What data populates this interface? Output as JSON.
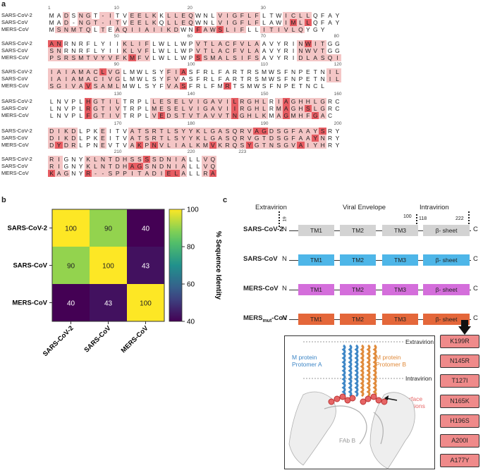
{
  "panels": {
    "a": "a",
    "b": "b",
    "c": "c"
  },
  "alignment": {
    "row_labels": [
      "SARS-CoV-2",
      "SARS-CoV",
      "MERS-CoV"
    ],
    "blocks": [
      {
        "positions": [
          {
            "label": "1",
            "col": 0
          },
          {
            "label": "10",
            "col": 9
          },
          {
            "label": "20",
            "col": 19
          },
          {
            "label": "30",
            "col": 29
          }
        ],
        "rows": [
          "MADSNGT-ITVEELKKLLEQWNLVIGFLFLTWICLLQFAY",
          "MAD-NGT-ITVEELKQLLEQWNLVIGFLFLAWIMLLQFAY",
          "MSNMTQLTEAQIIAIIKDWNFAWSLIFLLITIVLQYGY"
        ],
        "colors": [
          "0010110110011110111100011111100011110000",
          "0010111111011110111100011111100012120000",
          "0111110101111111110021121110011111100000"
        ]
      },
      {
        "positions": [
          {
            "label": "50",
            "col": 9
          },
          {
            "label": "60",
            "col": 19
          },
          {
            "label": "70",
            "col": 29
          },
          {
            "label": "80",
            "col": 39
          }
        ],
        "rows": [
          "ANRNRFLYIIKLIFLWLLWPVTLACFVLAAVYRINWITGG",
          "SNRNRFLYIIKLVFLWLLWPVTLACFVLAAVYRINWVTGG",
          "PSRSMTVYVFKMFVLWLLWPSSMALSIFSAVYRIDLASQI"
        ],
        "colors": [
          "2200000000111100000011111111100000121100",
          "1100000000111100000011111111100000111100",
          "1111111111121100000021111111100000111111"
        ]
      },
      {
        "positions": [
          {
            "label": "90",
            "col": 9
          },
          {
            "label": "100",
            "col": 19
          },
          {
            "label": "110",
            "col": 29
          },
          {
            "label": "120",
            "col": 39
          }
        ],
        "rows": [
          "IAIAMACLVGLMWLSYFIASFRLFARTRSMWSFNPETNIL",
          "IAIAMACIVGLMWLSYFVASFRLFARTRSMWSFNPETNIL",
          "SGIVAVSAMLMWLSYFVASFRLFMRTSMWSFNPETNCL"
        ],
        "colors": [
          "1111111211000000112000000000000000000011",
          "1111111111000000110000000000000000000011",
          "1111121111000000112000002000000000000021"
        ]
      },
      {
        "positions": [
          {
            "label": "130",
            "col": 9
          },
          {
            "label": "140",
            "col": 19
          },
          {
            "label": "150",
            "col": 29
          },
          {
            "label": "160",
            "col": 39
          }
        ],
        "rows": [
          "LNVPLHGTILTRPLLESELVIGAVILRGHLRIAGHHLGRC",
          "LNVPLRGTIVTRPLMESELVIGAVIIRGHLRMAGHSLGRC",
          "LNVPLFGTIVTRPLVEDSTVTAVVTNGHLKMAGMHFGAC"
        ],
        "colors": [
          "0000021111000011111111111211110121111100",
          "0000021111000011111111111211110121121100",
          "0000021111000012111111111211110121112100"
        ]
      },
      {
        "positions": [
          {
            "label": "170",
            "col": 9
          },
          {
            "label": "180",
            "col": 19
          },
          {
            "label": "190",
            "col": 29
          },
          {
            "label": "200",
            "col": 39
          }
        ],
        "rows": [
          "DIKDLPKEITVATSRTLSYYKLGASQRVAGDSGFAAYSRY",
          "DIKDLPKEITVATSRTLSYYKLGASQRVGTDSGFAAYNRY",
          "DYDRLPNEVTVAKPNVLIALKMVKRQSYGTNSGVAIYHRY"
        ],
        "colors": [
          "1111000100011111111111111111221111111200",
          "1111000100011111111111111111111111112100",
          "1211000100012121111111211112111111211100"
        ]
      },
      {
        "positions": [
          {
            "label": "210",
            "col": 9
          },
          {
            "label": "220",
            "col": 19
          },
          {
            "label": "223",
            "col": 26
          }
        ],
        "rows": [
          "RIGNYKLNTDHSSSSDNIALLVQ",
          "RIGNYKLNTDHAGSNDNIALLVQ",
          "KAGNYR--SPPITADIELALLRA"
        ],
        "colors": [
          "11000111111112111110011",
          "11000111111221111110011",
          "21100211111111112210012"
        ]
      }
    ]
  },
  "chart_data": {
    "type": "heatmap",
    "title": "",
    "x_categories": [
      "SARS-CoV-2",
      "SARS-CoV",
      "MERS-CoV"
    ],
    "y_categories": [
      "SARS-CoV-2",
      "SARS-CoV",
      "MERS-CoV"
    ],
    "values": [
      [
        100,
        90,
        40
      ],
      [
        90,
        100,
        43
      ],
      [
        40,
        43,
        100
      ]
    ],
    "colorbar": {
      "label": "% Sequence  Identity",
      "ticks": [
        40,
        60,
        80,
        100
      ],
      "range": [
        40,
        100
      ],
      "colormap": "viridis"
    }
  },
  "topology": {
    "regions": [
      "Extravirion",
      "Viral Envelope",
      "Intravirion"
    ],
    "markers": [
      "19",
      "100",
      "118",
      "222"
    ],
    "constructs": [
      {
        "name": "SARS-CoV-2",
        "sub": "",
        "suffix": "",
        "color": "#d3d3d3"
      },
      {
        "name": "SARS-CoV",
        "sub": "",
        "suffix": "",
        "color": "#4eb6e8"
      },
      {
        "name": "MERS-CoV",
        "sub": "",
        "suffix": "",
        "color": "#d46edb"
      },
      {
        "name": "MERS",
        "sub": "mut",
        "suffix": "-CoV",
        "color": "#e4673a"
      }
    ],
    "domains": [
      "TM1",
      "TM2",
      "TM3",
      "β- sheet"
    ],
    "n_term": "N",
    "c_term": "C"
  },
  "structure": {
    "extravirion": "Extravirion",
    "intravirion": "Intravirion",
    "protomer_a": [
      "M protein",
      "Protomer A"
    ],
    "protomer_b": [
      "M protein",
      "Protomer B"
    ],
    "interface": [
      "Interface",
      "Mutations"
    ],
    "fab": "FAb B",
    "colors": {
      "protomer_a": "#3d86c6",
      "protomer_b": "#e08a3a",
      "interface": "#e66565",
      "fab": "#b0b0b0"
    }
  },
  "mutations": [
    "K199R",
    "N145R",
    "T127I",
    "N165K",
    "H196S",
    "A200I",
    "A177Y"
  ]
}
